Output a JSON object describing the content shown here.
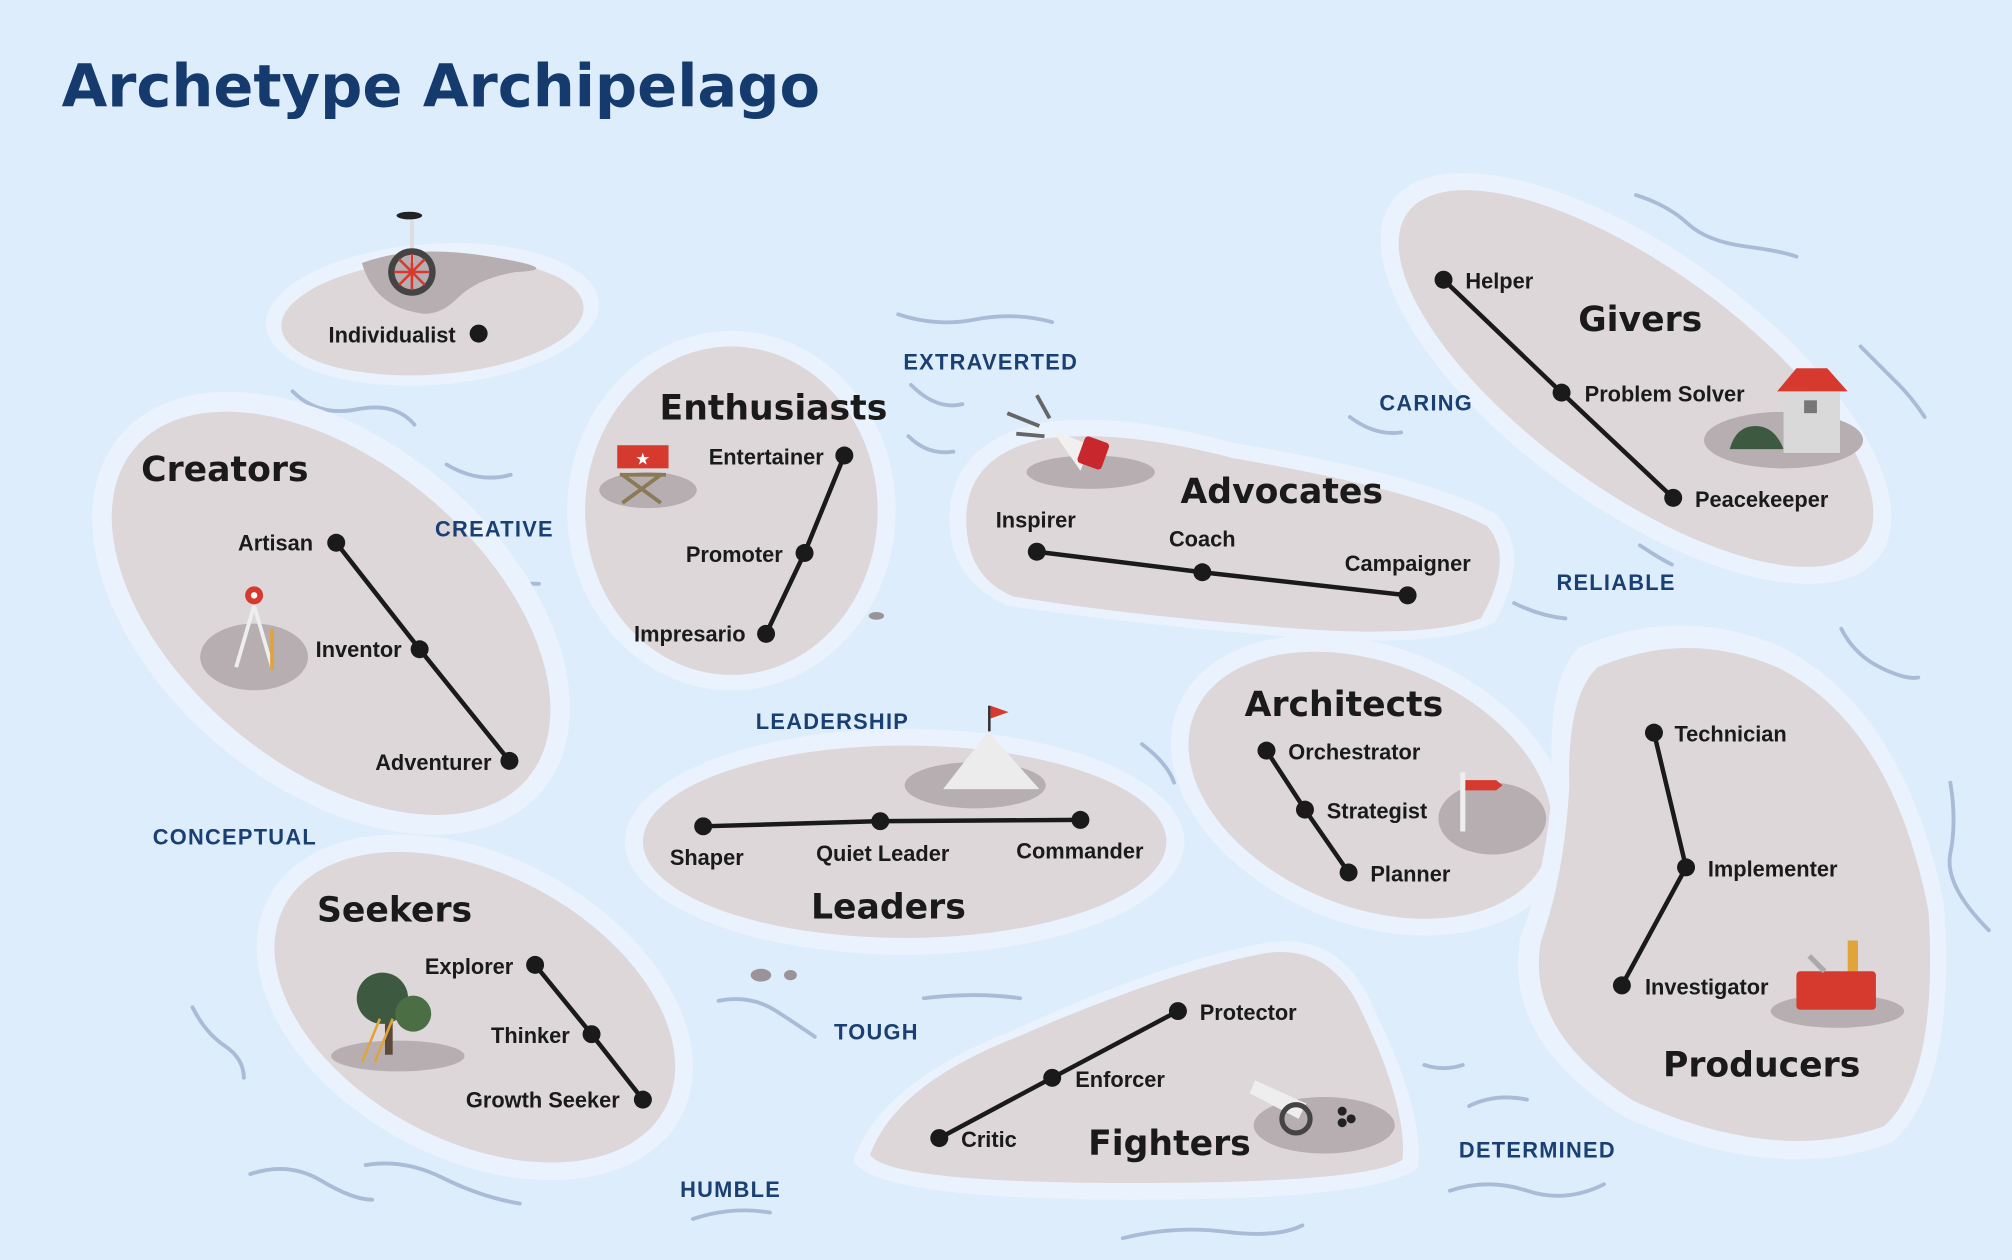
{
  "title": "Archetype Archipelago",
  "traits": [
    "EXTRAVERTED",
    "CARING",
    "CREATIVE",
    "RELIABLE",
    "LEADERSHIP",
    "CONCEPTUAL",
    "TOUGH",
    "DETERMINED",
    "HUMBLE"
  ],
  "islands": {
    "individualist": {
      "nodes": [
        "Individualist"
      ]
    },
    "creators": {
      "name": "Creators",
      "nodes": [
        "Artisan",
        "Inventor",
        "Adventurer"
      ]
    },
    "enthusiasts": {
      "name": "Enthusiasts",
      "nodes": [
        "Entertainer",
        "Promoter",
        "Impresario"
      ]
    },
    "advocates": {
      "name": "Advocates",
      "nodes": [
        "Inspirer",
        "Coach",
        "Campaigner"
      ]
    },
    "givers": {
      "name": "Givers",
      "nodes": [
        "Helper",
        "Problem Solver",
        "Peacekeeper"
      ]
    },
    "architects": {
      "name": "Architects",
      "nodes": [
        "Orchestrator",
        "Strategist",
        "Planner"
      ]
    },
    "producers": {
      "name": "Producers",
      "nodes": [
        "Technician",
        "Implementer",
        "Investigator"
      ]
    },
    "leaders": {
      "name": "Leaders",
      "nodes": [
        "Shaper",
        "Quiet Leader",
        "Commander"
      ]
    },
    "seekers": {
      "name": "Seekers",
      "nodes": [
        "Explorer",
        "Thinker",
        "Growth Seeker"
      ]
    },
    "fighters": {
      "name": "Fighters",
      "nodes": [
        "Protector",
        "Enforcer",
        "Critic"
      ]
    }
  },
  "colors": {
    "sea": "#deedfb",
    "island": "#ddd7d9",
    "title": "#143a6e",
    "accent": "#d63a2f"
  }
}
